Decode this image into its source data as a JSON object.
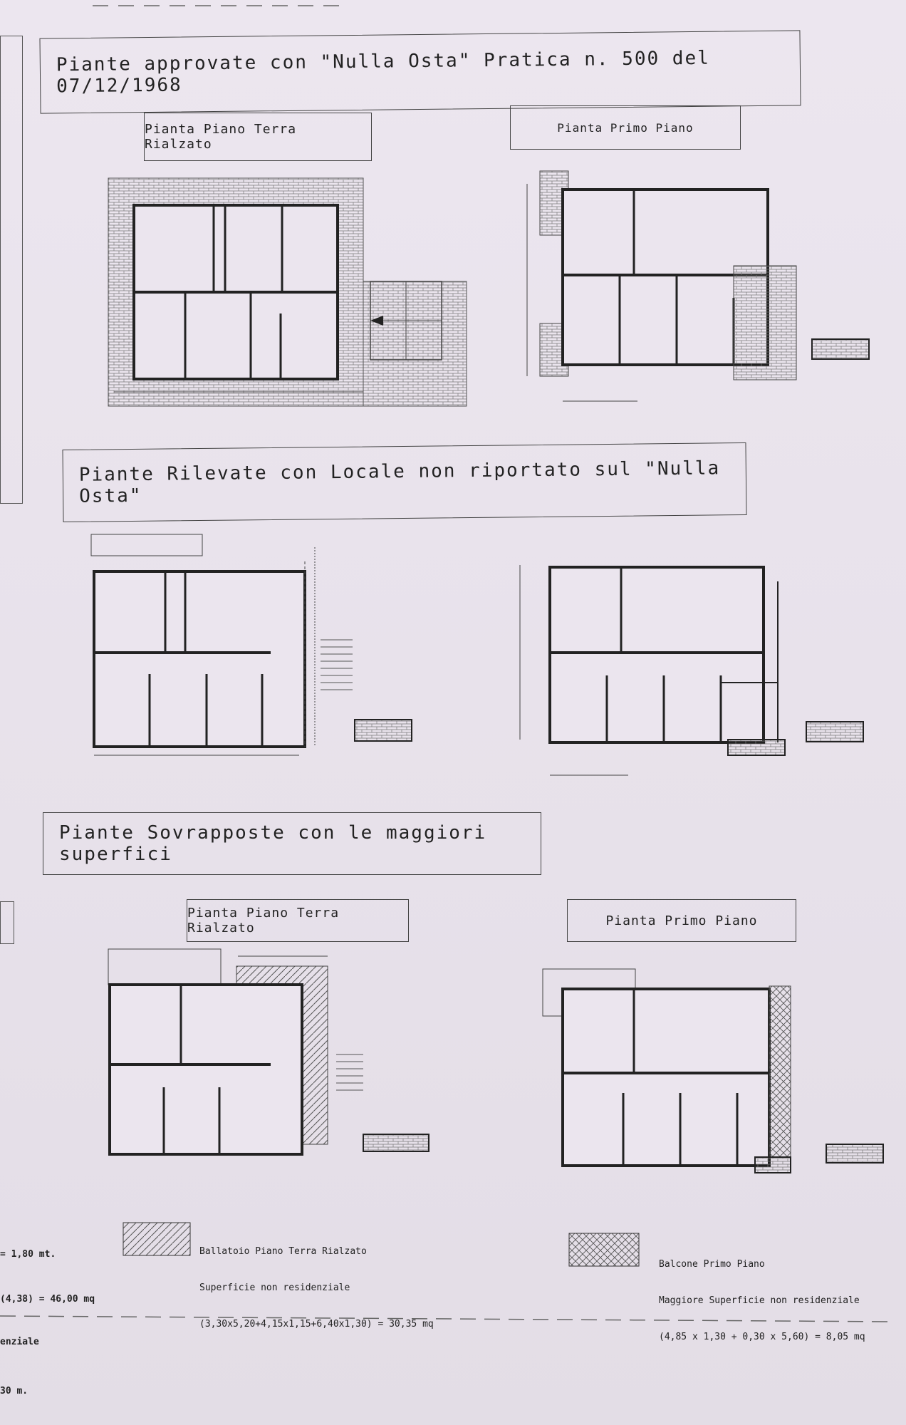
{
  "titles": {
    "approved": "Piante approvate con \"Nulla Osta\" Pratica n. 500 del 07/12/1968",
    "surveyed": "Piante Rilevate con Locale non riportato sul \"Nulla Osta\"",
    "overlay": "Piante Sovrapposte con le maggiori superfici"
  },
  "plan_labels": {
    "approved_ground": "Pianta Piano Terra Rialzato",
    "approved_first": "Pianta Primo Piano",
    "overlay_ground": "Pianta Piano Terra Rialzato",
    "overlay_first": "Pianta Primo Piano"
  },
  "legend_ground": {
    "line1": "Ballatoio Piano Terra Rialzato",
    "line2": "Superficie non residenziale",
    "line3": "(3,30x5,20+4,15x1,15+6,40x1,30) = 30,35 mq"
  },
  "legend_first": {
    "line1": "Balcone Primo Piano",
    "line2": "Maggiore Superficie non residenziale",
    "line3": "(4,85 x 1,30 + 0,30 x 5,60) = 8,05 mq"
  },
  "cut_text": {
    "line1": "= 1,80 mt.",
    "line2": "(4,38) = 46,00 mq",
    "line3": "enziale",
    "line4": "30 m."
  },
  "colors": {
    "paper": "#e9e3ec",
    "ink": "#2a2a30",
    "hatch": "#555555"
  }
}
